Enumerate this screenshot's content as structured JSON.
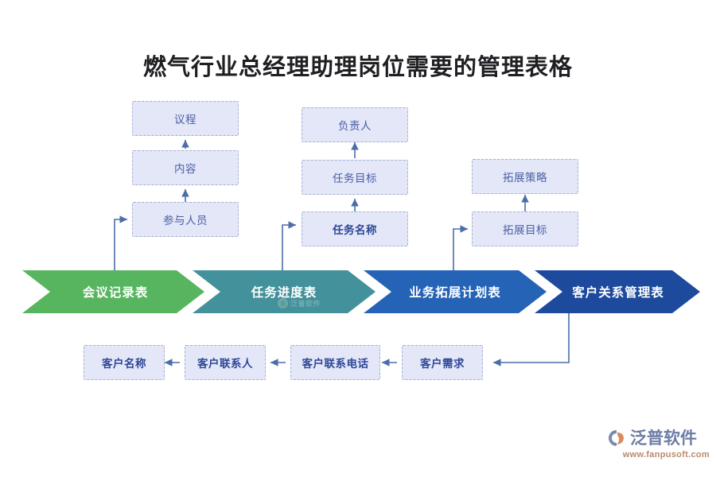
{
  "page": {
    "title": "燃气行业总经理助理岗位需要的管理表格",
    "background": "#ffffff"
  },
  "diagram": {
    "type": "process-chevron-flow",
    "stages": [
      {
        "id": "stage-meeting-record",
        "label": "会议记录表",
        "color": "#58b55f",
        "attributes": [
          {
            "id": "attr-agenda",
            "label": "议程",
            "bold": false
          },
          {
            "id": "attr-content",
            "label": "内容",
            "bold": false
          },
          {
            "id": "attr-participants",
            "label": "参与人员",
            "bold": false
          }
        ]
      },
      {
        "id": "stage-task-progress",
        "label": "任务进度表",
        "color": "#43919a",
        "attributes": [
          {
            "id": "attr-owner",
            "label": "负责人",
            "bold": false
          },
          {
            "id": "attr-task-goal",
            "label": "任务目标",
            "bold": false
          },
          {
            "id": "attr-task-name",
            "label": "任务名称",
            "bold": true
          }
        ]
      },
      {
        "id": "stage-business-expansion-plan",
        "label": "业务拓展计划表",
        "color": "#2563b6",
        "attributes": [
          {
            "id": "attr-expansion-strategy",
            "label": "拓展策略",
            "bold": false
          },
          {
            "id": "attr-expansion-goal",
            "label": "拓展目标",
            "bold": false
          }
        ]
      },
      {
        "id": "stage-customer-relationship",
        "label": "客户关系管理表",
        "color": "#1d4a9c",
        "attributes": [
          {
            "id": "attr-customer-need",
            "label": "客户需求",
            "bold": true
          },
          {
            "id": "attr-customer-phone",
            "label": "客户联系电话",
            "bold": true
          },
          {
            "id": "attr-customer-contact",
            "label": "客户联系人",
            "bold": true
          },
          {
            "id": "attr-customer-name",
            "label": "客户名称",
            "bold": true
          }
        ]
      }
    ],
    "box_style": {
      "fill": "#e3e7f8",
      "border": "#a8b0cf",
      "text": "#4a5fa5",
      "text_bold": "#2e4796"
    },
    "connector_color": "#4a6ea8"
  },
  "watermark": {
    "text": "泛普软件"
  },
  "brand": {
    "name": "泛普软件",
    "url": "www.fanpusoft.com"
  }
}
